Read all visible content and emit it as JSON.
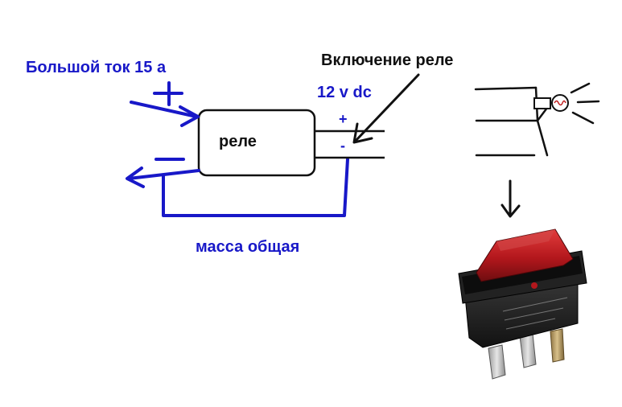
{
  "labels": {
    "high_current": "Большой ток 15 а",
    "relay_on": "Включение реле",
    "voltage": "12 v dc",
    "relay": "реле",
    "plus": "+",
    "minus": "-",
    "common_ground": "масса общая"
  },
  "colors": {
    "blue_ink": "#1818c8",
    "black_ink": "#111111",
    "switch_red": "#b3171c",
    "switch_body": "#1c1c1c",
    "terminal_metal": "#c9c9c9"
  },
  "icons": {
    "lamp": "lamp-icon",
    "down_arrow": "down-arrow-icon",
    "rocker_switch": "rocker-switch-image"
  }
}
